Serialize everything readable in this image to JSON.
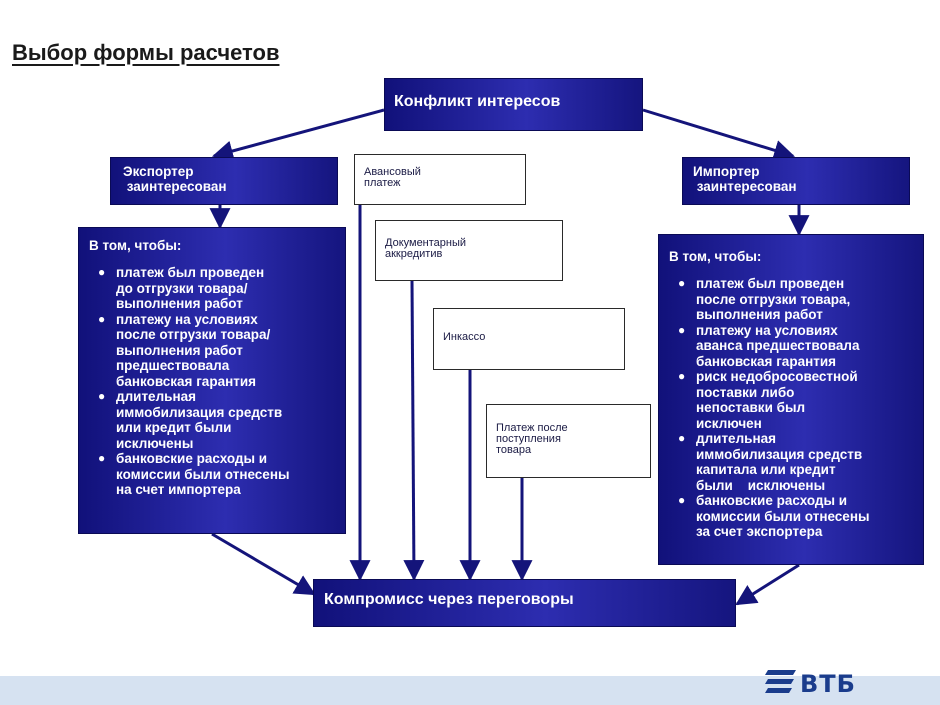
{
  "title": "Выбор формы расчетов",
  "conflict": "Конфликт интересов",
  "compromise": "Компромисс через переговоры",
  "exporter": {
    "header": "Экспортер\n заинтересован",
    "intro": "В том, чтобы:",
    "items": [
      "платеж был проведен\nдо отгрузки товара/\nвыполнения работ",
      "платежу на условиях\nпосле отгрузки товара/\nвыполнения работ\nпредшествовала\nбанковская гарантия",
      "длительная\nиммобилизация средств\nили кредит были\nисключены",
      "банковские расходы и\nкомиссии были отнесены\nна счет импортера"
    ]
  },
  "importer": {
    "header": "Импортер\n заинтересован",
    "intro": "В том, чтобы:",
    "items": [
      "платеж был проведен\nпосле отгрузки товара,\nвыполнения работ",
      "платежу на условиях\nаванса предшествовала\nбанковская гарантия",
      "риск недобросовестной\nпоставки либо\nнепоставки был\nисключен",
      "длительная\nиммобилизация средств\nкапитала или кредит\nбыли    исключены",
      "банковские расходы и\nкомиссии были отнесены\nза счет экспортера"
    ]
  },
  "payment_forms": [
    "Авансовый\nплатеж",
    "Документарный\nаккредитив",
    "Инкассо",
    "Платеж после\nпоступления\nтовара"
  ],
  "logo_text": "ВТБ",
  "colors": {
    "box_dark": "#1f1f9a",
    "arrow": "#14147a",
    "footer_band": "#d6e2f1",
    "logo": "#1a3c8c"
  }
}
